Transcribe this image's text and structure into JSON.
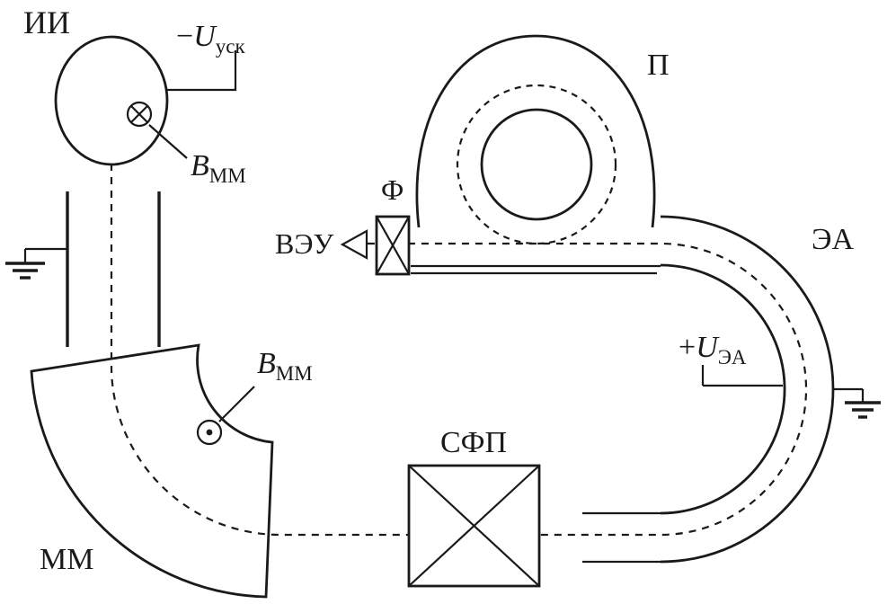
{
  "diagram": {
    "title": "mass-spectrometer-scheme",
    "labels": {
      "ion_source": "ИИ",
      "accel_voltage": {
        "sign": "−",
        "symbol": "U",
        "sub": "уск"
      },
      "b_field_top": {
        "symbol": "B",
        "sub": "ММ"
      },
      "b_field_mid": {
        "symbol": "B",
        "sub": "ММ"
      },
      "sample_chamber": "П",
      "filter": "Ф",
      "detector": "ВЭУ",
      "energy_analyzer": "ЭА",
      "ea_voltage": {
        "sign": "+",
        "symbol": "U",
        "sub": "ЭА"
      },
      "sfp": "СФП",
      "magnet": "ММ"
    },
    "icons": {
      "field_into_page": "circle-with-cross",
      "field_out_of_page": "circle-with-dot",
      "ground_left": "ground-symbol",
      "ground_right": "ground-symbol",
      "detector": "open-triangle",
      "filter_box": "box-with-x",
      "sfp_box": "box-with-x"
    },
    "colors": {
      "stroke": "#1a1a1a",
      "background": "#ffffff"
    }
  }
}
